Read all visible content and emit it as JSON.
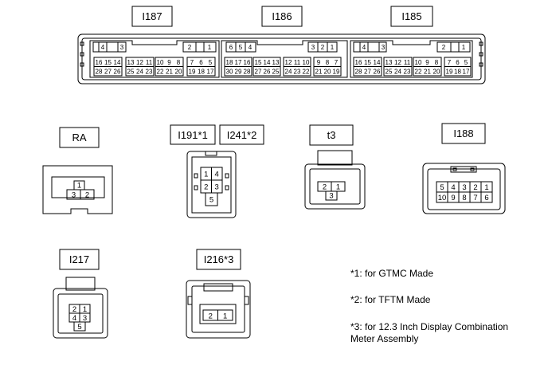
{
  "labels": {
    "i187": "I187",
    "i186": "I186",
    "i185": "I185",
    "ra": "RA",
    "i191": "I191*1",
    "i241": "I241*2",
    "t3": "t3",
    "i188": "I188",
    "i217": "I217",
    "i216": "I216*3"
  },
  "notes": {
    "n1": "*1: for GTMC Made",
    "n2": "*2: for TFTM Made",
    "n3_line1": "*3: for 12.3 Inch Display Combination",
    "n3_line2": "Meter Assembly"
  },
  "pins": {
    "i187_top": [
      "4",
      "3",
      "2",
      "1"
    ],
    "i187_r1": [
      "16",
      "15",
      "14",
      "13",
      "12",
      "11",
      "10",
      "9",
      "8",
      "7",
      "6",
      "5"
    ],
    "i187_r2": [
      "28",
      "27",
      "26",
      "25",
      "24",
      "23",
      "22",
      "21",
      "20",
      "19",
      "18",
      "17"
    ],
    "i186_top": [
      "6",
      "5",
      "4",
      "3",
      "2",
      "1"
    ],
    "i186_r1": [
      "18",
      "17",
      "16",
      "15",
      "14",
      "13",
      "12",
      "11",
      "10",
      "9",
      "8",
      "7"
    ],
    "i186_r2": [
      "30",
      "29",
      "28",
      "27",
      "26",
      "25",
      "24",
      "23",
      "22",
      "21",
      "20",
      "19"
    ],
    "i185_top": [
      "4",
      "3",
      "2",
      "1"
    ],
    "i185_r1": [
      "16",
      "15",
      "14",
      "13",
      "12",
      "11",
      "10",
      "9",
      "8",
      "7",
      "6",
      "5"
    ],
    "i185_r2": [
      "28",
      "27",
      "26",
      "25",
      "24",
      "23",
      "22",
      "21",
      "20",
      "19",
      "18",
      "17"
    ],
    "ra": [
      "1",
      "3",
      "2"
    ],
    "i191": [
      "1",
      "4",
      "2",
      "3",
      "5"
    ],
    "t3": [
      "2",
      "1",
      "3"
    ],
    "i188_r1": [
      "5",
      "4",
      "3",
      "2",
      "1"
    ],
    "i188_r2": [
      "10",
      "9",
      "8",
      "7",
      "6"
    ],
    "i217": [
      "2",
      "1",
      "4",
      "3",
      "5"
    ],
    "i216": [
      "2",
      "1"
    ]
  }
}
